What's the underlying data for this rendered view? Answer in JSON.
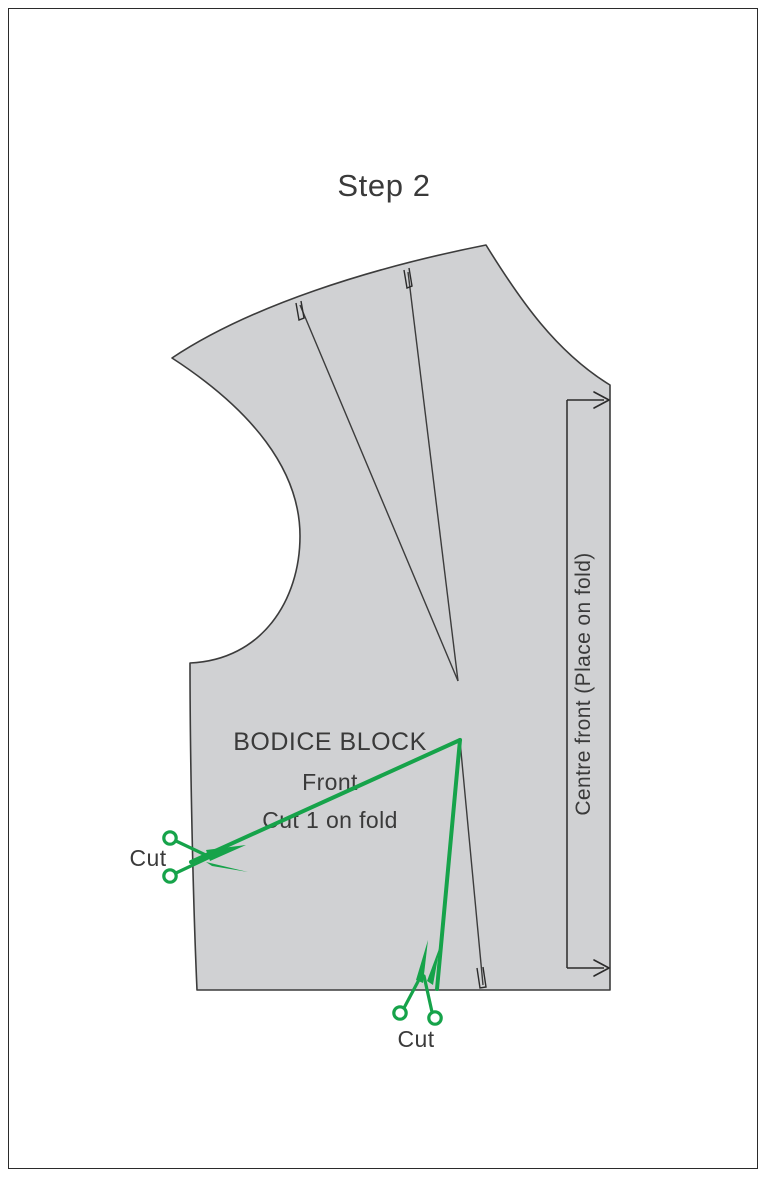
{
  "page": {
    "title": "Step 2",
    "background_color": "#ffffff",
    "border_color": "#2b2b2b"
  },
  "pattern": {
    "name": "BODICE BLOCK",
    "piece": "Front",
    "cut_instruction": "Cut 1 on fold",
    "grainline_label": "Centre front (Place on fold)",
    "fill_color": "#d0d1d3",
    "outline_color": "#3c3c3c"
  },
  "cut_marks": [
    {
      "label": "Cut",
      "position": "left-side-seam"
    },
    {
      "label": "Cut",
      "position": "bottom-hem"
    }
  ],
  "colors": {
    "cut_line": "#16a34a",
    "pattern_fill": "#d0d1d3",
    "pattern_outline": "#3c3c3c",
    "text": "#3a3a3a"
  }
}
